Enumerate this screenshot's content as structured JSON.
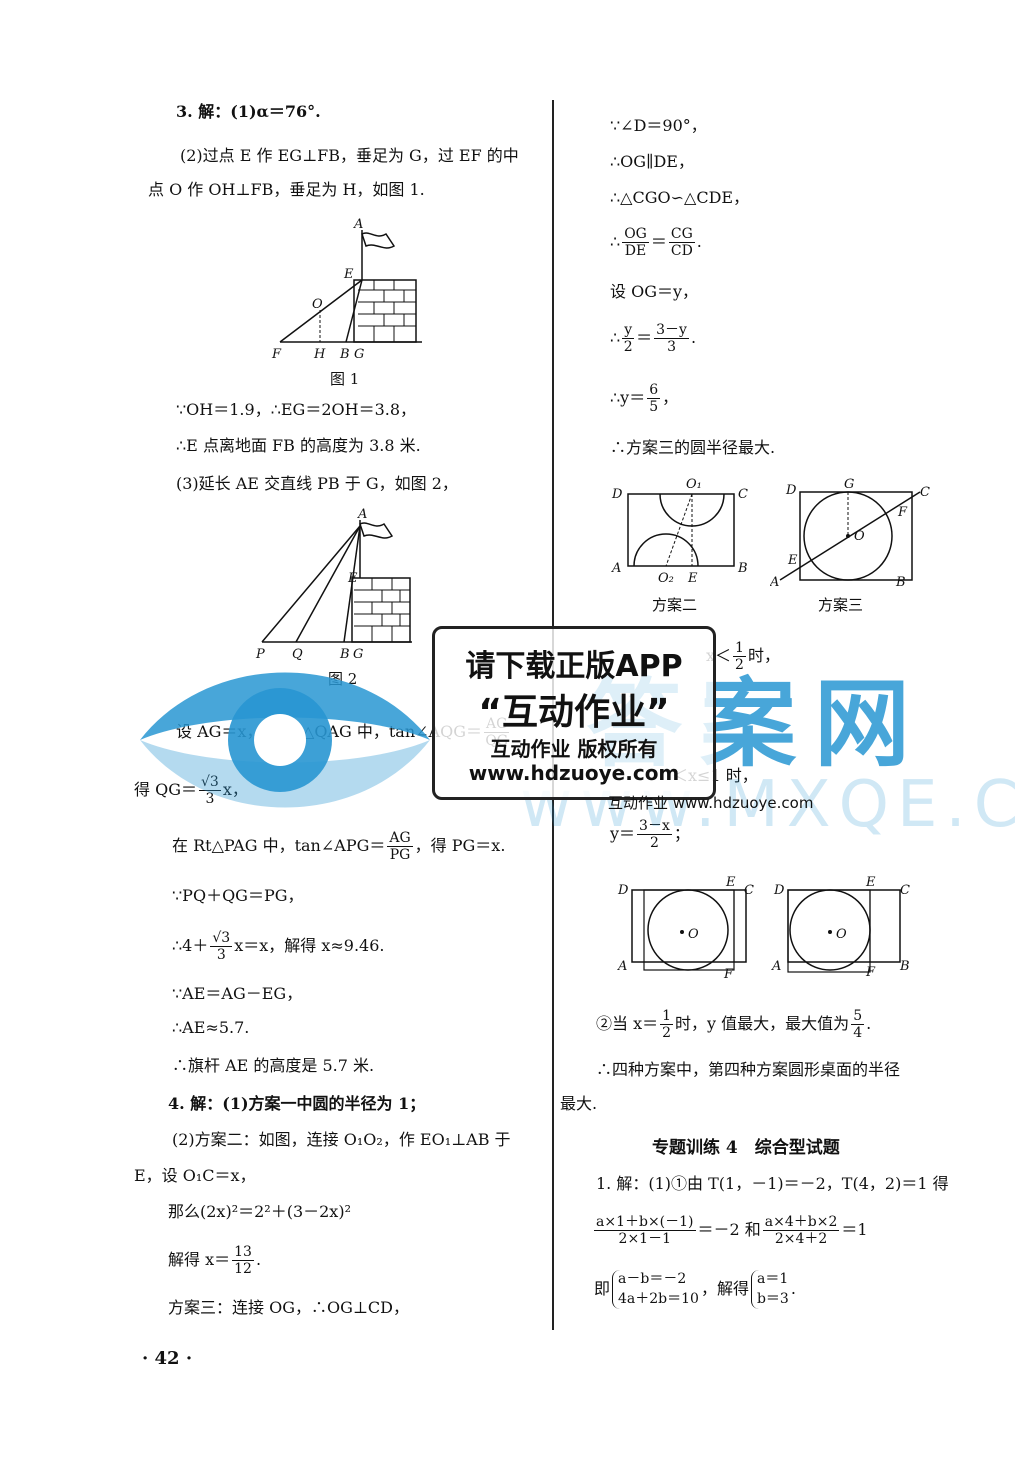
{
  "left": {
    "l1": "3. 解：(1)α＝76°.",
    "l2": "(2)过点 E 作 EG⊥FB，垂足为 G，过 EF 的中",
    "l3": "点 O 作 OH⊥FB，垂足为 H，如图 1.",
    "fig1_caption": "图 1",
    "fig1_labels": [
      "A",
      "E",
      "O",
      "F",
      "H",
      "B",
      "G"
    ],
    "l4": "∵OH＝1.9，∴EG＝2OH＝3.8，",
    "l5": "∴E 点离地面 FB 的高度为 3.8 米.",
    "l6": "(3)延长 AE 交直线 PB 于 G，如图 2，",
    "fig2_caption": "图 2",
    "fig2_labels": [
      "A",
      "E",
      "P",
      "Q",
      "B",
      "G"
    ],
    "l7": "设 AG＝x，在 Rt△QAG 中，tan∠AQG＝",
    "l7_frac": [
      "AG",
      "QG"
    ],
    "l8a": "得 QG＝",
    "l8_frac": [
      "√3",
      "3"
    ],
    "l8b": "x，",
    "l9a": "在 Rt△PAG 中，tan∠APG＝",
    "l9_frac": [
      "AG",
      "PG"
    ],
    "l9b": "，得 PG＝x.",
    "l10": "∵PQ＋QG＝PG，",
    "l11a": "∴4＋",
    "l11_frac": [
      "√3",
      "3"
    ],
    "l11b": "x＝x，解得 x≈9.46.",
    "l12": "∵AE＝AG－EG，",
    "l13": "∴AE≈5.7.",
    "l14": "∴旗杆 AE 的高度是 5.7 米.",
    "l15": "4. 解：(1)方案一中圆的半径为 1；",
    "l16": "(2)方案二：如图，连接 O₁O₂，作 EO₁⊥AB 于",
    "l17": "E，设 O₁C＝x，",
    "l18": "那么(2x)²＝2²＋(3－2x)²",
    "l19a": "解得 x＝",
    "l19_frac": [
      "13",
      "12"
    ],
    "l19b": ".",
    "l20": "方案三：连接 OG，∴OG⊥CD，",
    "page_num": "· 42 ·"
  },
  "right": {
    "r1": "∵∠D＝90°，",
    "r2": "∴OG∥DE，",
    "r3": "∴△CGO∽△CDE，",
    "r4a": "∴",
    "r4_frac1": [
      "OG",
      "DE"
    ],
    "r4_eq": "＝",
    "r4_frac2": [
      "CG",
      "CD"
    ],
    "r4b": ".",
    "r5": "设 OG＝y，",
    "r6a": "∴",
    "r6_frac1": [
      "y",
      "2"
    ],
    "r6_eq": "＝",
    "r6_frac2": [
      "3－y",
      "3"
    ],
    "r6b": ".",
    "r7a": "∴y＝",
    "r7_frac": [
      "6",
      "5"
    ],
    "r7b": "，",
    "r8": "∴方案三的圆半径最大.",
    "fig_a_caption": "方案二",
    "fig_a_labels": [
      "D",
      "O₁",
      "C",
      "A",
      "O₂",
      "E",
      "B"
    ],
    "fig_b_caption": "方案三",
    "fig_b_labels": [
      "D",
      "G",
      "C",
      "F",
      "E",
      "O",
      "A",
      "B"
    ],
    "r9a": "x＜",
    "r9_frac": [
      "1",
      "2"
    ],
    "r9b": "时，",
    "r10": "＜x≤1 时，",
    "r11a": "y＝",
    "r11_frac": [
      "3－x",
      "2"
    ],
    "r11b": "；",
    "fig_c_labels": [
      "D",
      "E",
      "C",
      "O",
      "A",
      "F"
    ],
    "fig_d_labels": [
      "D",
      "E",
      "C",
      "O",
      "A",
      "F",
      "B"
    ],
    "r12a": "②当 x＝",
    "r12_frac1": [
      "1",
      "2"
    ],
    "r12b": "时，y 值最大，最大值为",
    "r12_frac2": [
      "5",
      "4"
    ],
    "r12c": ".",
    "r13": "∴四种方案中，第四种方案圆形桌面的半径",
    "r14": "最大.",
    "r15": "专题训练 4　综合型试题",
    "r16": "1. 解：(1)①由 T(1，－1)＝－2，T(4，2)＝1 得",
    "r17_frac1": [
      "a×1＋b×(－1)",
      "2×1－1"
    ],
    "r17_mid": "＝－2 和",
    "r17_frac2": [
      "a×4＋b×2",
      "2×4＋2"
    ],
    "r17_end": "＝1",
    "r18a": "即",
    "r18_sys1": [
      "a－b＝－2",
      "4a＋2b＝10"
    ],
    "r18b": "，解得",
    "r18_sys2": [
      "a＝1",
      "b＝3"
    ],
    "r18c": "."
  },
  "watermark": {
    "line1": "请下载正版APP",
    "line2": "“互动作业”",
    "line3": "互动作业 版权所有",
    "line4": "www.hdzuoye.com",
    "big": "答案网",
    "url": "www.MXQE.COM",
    "foot": "互动作业 www.hdzuoye.com"
  }
}
